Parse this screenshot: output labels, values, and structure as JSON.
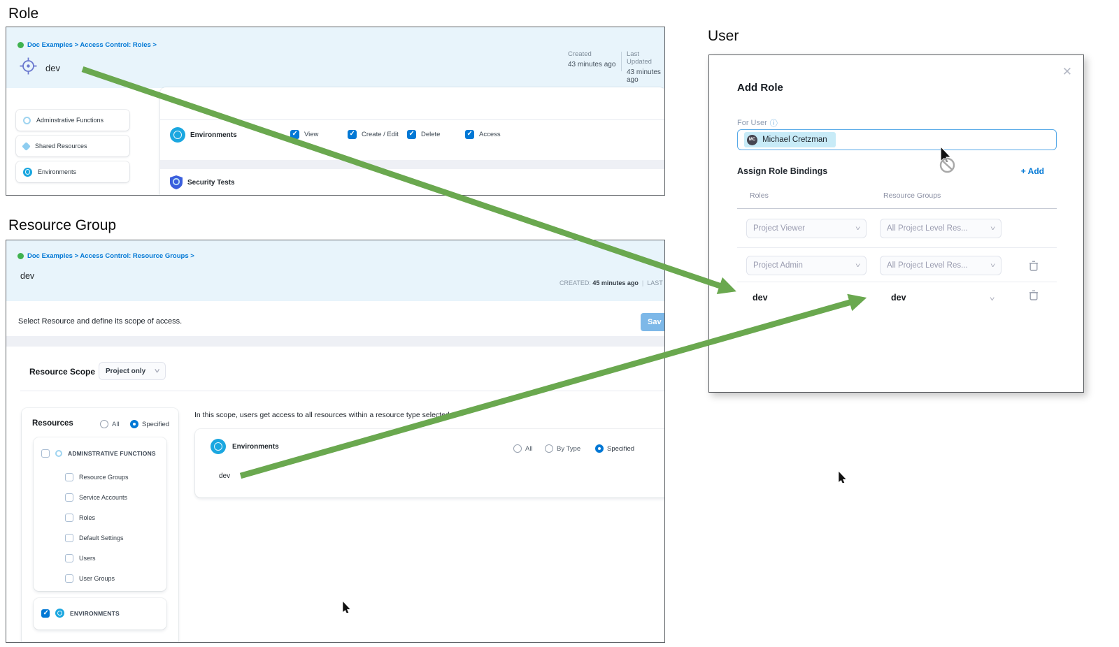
{
  "colors": {
    "accent_blue": "#0278d5",
    "arrow_green": "#6aa84f",
    "header_bg": "#e8f4fb"
  },
  "role_panel": {
    "section_label": "Role",
    "breadcrumb": "Doc Examples > Access Control: Roles >",
    "title": "dev",
    "created_label": "Created",
    "created_value": "43 minutes ago",
    "updated_label": "Last Updated",
    "updated_value": "43 minutes ago",
    "sidebar_items": [
      {
        "label": "Adminstrative Functions"
      },
      {
        "label": "Shared Resources"
      },
      {
        "label": "Environments"
      }
    ],
    "row_resource": "Environments",
    "permissions": [
      {
        "label": "View",
        "checked": true
      },
      {
        "label": "Create / Edit",
        "checked": true
      },
      {
        "label": "Delete",
        "checked": true
      },
      {
        "label": "Access",
        "checked": true
      }
    ],
    "row_security": "Security Tests"
  },
  "resource_group_panel": {
    "section_label": "Resource Group",
    "breadcrumb": "Doc Examples > Access Control: Resource Groups >",
    "title": "dev",
    "created_label": "CREATED:",
    "created_value": "45 minutes ago",
    "updated_label": "LAST UPD",
    "instruction": "Select Resource and define its scope of access.",
    "save_label": "Sav",
    "scope_label": "Resource Scope",
    "scope_value": "Project only",
    "resources_label": "Resources",
    "radio_all": "All",
    "radio_specified": "Specified",
    "group1_label": "ADMINSTRATIVE FUNCTIONS",
    "tree_items": [
      {
        "label": "Resource Groups"
      },
      {
        "label": "Service Accounts"
      },
      {
        "label": "Roles"
      },
      {
        "label": "Default Settings"
      },
      {
        "label": "Users"
      },
      {
        "label": "User Groups"
      }
    ],
    "group2_label": "ENVIRONMENTS",
    "scope_hint": "In this scope, users get access to all resources within a resource type selected",
    "scope_resource": "Environments",
    "scope_radio_all": "All",
    "scope_radio_bytype": "By Type",
    "scope_radio_specified": "Specified",
    "scope_value_dev": "dev"
  },
  "user_panel": {
    "section_label": "User",
    "dialog_title": "Add Role",
    "for_user_label": "For User",
    "user_initials": "MC",
    "user_name": "Michael Cretzman",
    "bindings_label": "Assign Role Bindings",
    "add_label": "+ Add",
    "col_roles": "Roles",
    "col_resource_groups": "Resource Groups",
    "rows": [
      {
        "role": "Project Viewer",
        "resource_group": "All Project Level Res..."
      },
      {
        "role": "Project Admin",
        "resource_group": "All Project Level Res..."
      },
      {
        "role": "dev",
        "resource_group": "dev"
      }
    ]
  }
}
